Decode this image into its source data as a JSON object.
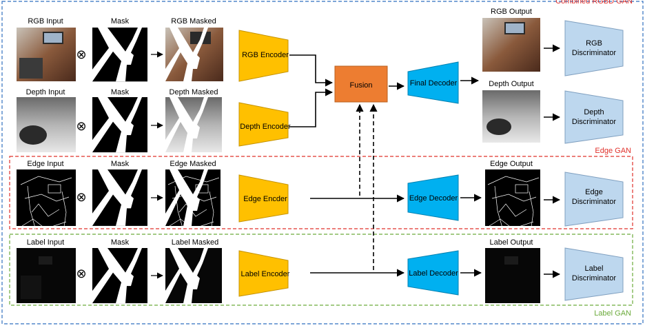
{
  "groups": {
    "combined": {
      "label": "Combined RGBD GAN",
      "color": "#e0302a",
      "border_color": "#2f6fbf"
    },
    "edge_gan": {
      "label": "Edge GAN",
      "color": "#e0302a"
    },
    "label_gan": {
      "label": "Label GAN",
      "color": "#6aaa3a"
    }
  },
  "labels": {
    "rgb_input": "RGB Input",
    "depth_input": "Depth Input",
    "edge_input": "Edge Input",
    "label_input": "Label Input",
    "mask": "Mask",
    "rgb_masked": "RGB Masked",
    "depth_masked": "Depth Masked",
    "edge_masked": "Edge Masked",
    "label_masked": "Label Masked",
    "rgb_output": "RGB Output",
    "depth_output": "Depth Output",
    "edge_output": "Edge Output",
    "label_output": "Label Output",
    "times_symbol": "⊗"
  },
  "blocks": {
    "rgb_encoder": "RGB Encoder",
    "depth_encoder": "Depth Encoder",
    "edge_encoder": "Edge Encder",
    "label_encoder": "Label Encoder",
    "fusion": "Fusion",
    "final_decoder": "Final Decoder",
    "edge_decoder": "Edge Decoder",
    "label_decoder": "Label Decoder",
    "rgb_disc_1": "RGB",
    "rgb_disc_2": "Discriminator",
    "depth_disc_1": "Depth",
    "depth_disc_2": "Discriminator",
    "edge_disc_1": "Edge",
    "edge_disc_2": "Discriminator",
    "label_disc_1": "Label",
    "label_disc_2": "Discriminator"
  },
  "colors": {
    "encoder": "#ffc000",
    "encoder_stroke": "#c49200",
    "fusion": "#ed7d31",
    "fusion_stroke": "#b85f1e",
    "decoder": "#00b0f0",
    "decoder_stroke": "#0080b0",
    "discriminator": "#bdd7ee",
    "discriminator_stroke": "#7f9fbf"
  }
}
